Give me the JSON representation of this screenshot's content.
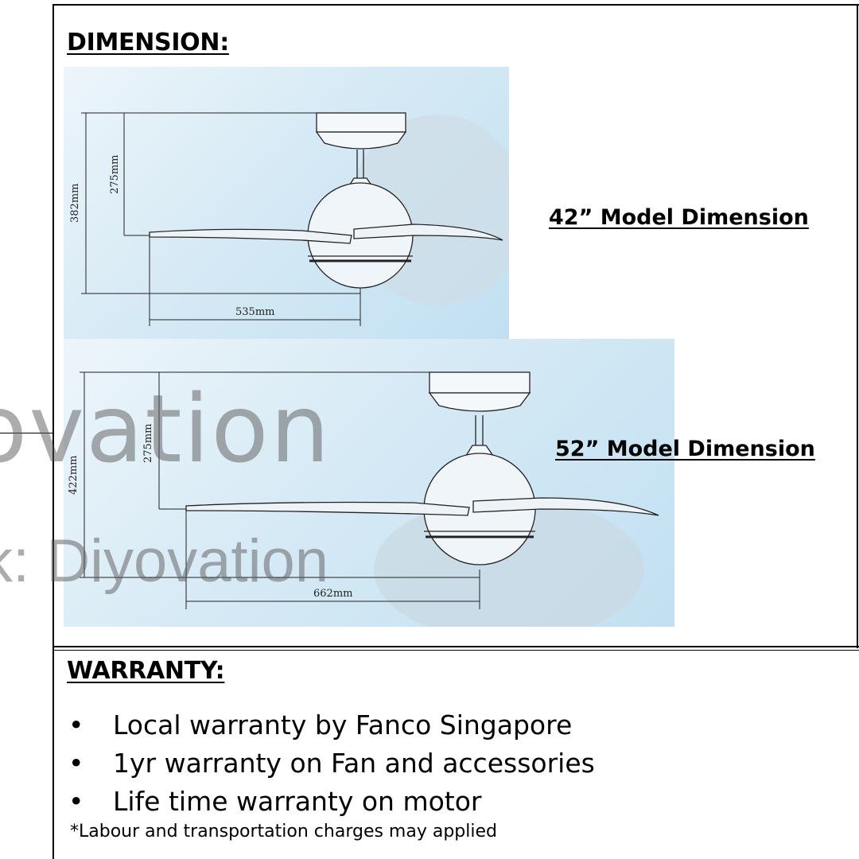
{
  "dimension": {
    "heading": "DIMENSION:",
    "model_42": {
      "label": "42” Model Dimension",
      "total_height": "382mm",
      "rod_height": "275mm",
      "blade_length": "535mm"
    },
    "model_52": {
      "label": "52” Model Dimension",
      "total_height": "422mm",
      "rod_height": "275mm",
      "blade_length": "662mm"
    }
  },
  "watermark": {
    "script": "ovation",
    "line2": "k: Diyovation"
  },
  "warranty": {
    "heading": "WARRANTY:",
    "bullet": "•",
    "items": [
      "Local warranty by Fanco Singapore",
      "1yr warranty on Fan and accessories",
      "Life time warranty on motor"
    ],
    "footnote": "*Labour and transportation charges may applied"
  }
}
